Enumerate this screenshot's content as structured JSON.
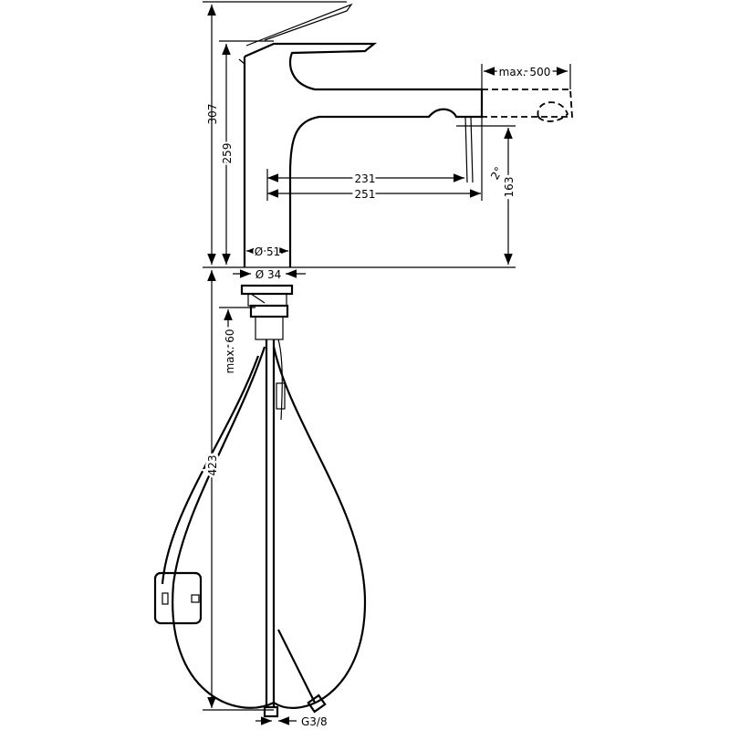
{
  "dimensions": {
    "total_height": "307",
    "spout_height": "259",
    "reach_inner": "231",
    "reach_outer": "251",
    "angle": "2°",
    "spout_clearance": "163",
    "pullout": "max. 500",
    "body_diameter": "Ø 51",
    "hole_diameter": "Ø 34",
    "max_thickness": "max. 60",
    "hose_length": "423",
    "connection": "G3/8"
  }
}
